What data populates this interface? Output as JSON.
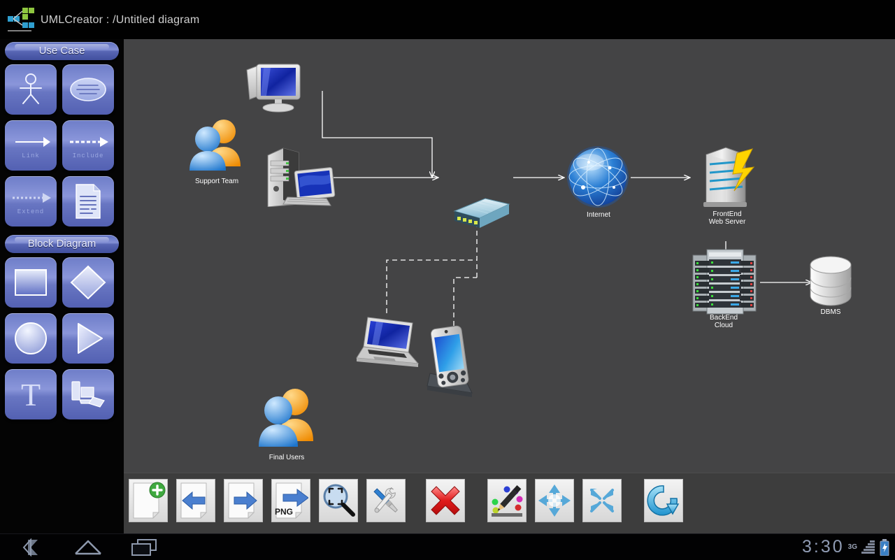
{
  "window": {
    "title": "UMLCreator : /Untitled diagram",
    "logo_icon": "umlcreator-logo-icon"
  },
  "sidebar": {
    "sections": [
      {
        "title": "Use Case",
        "tiles": [
          {
            "name": "actor-tool",
            "icon": "actor-stick-figure-icon",
            "label": ""
          },
          {
            "name": "usecase-tool",
            "icon": "usecase-ellipse-icon",
            "label": ""
          },
          {
            "name": "link-tool",
            "icon": "solid-arrow-icon",
            "label": "Link"
          },
          {
            "name": "include-tool",
            "icon": "dashed-arrow-icon",
            "label": "Include"
          },
          {
            "name": "extend-tool",
            "icon": "dashed-arrow-icon",
            "label": "Extend"
          },
          {
            "name": "note-tool",
            "icon": "note-document-icon",
            "label": ""
          }
        ]
      },
      {
        "title": "Block Diagram",
        "tiles": [
          {
            "name": "rectangle-tool",
            "icon": "rectangle-icon",
            "label": ""
          },
          {
            "name": "diamond-tool",
            "icon": "diamond-icon",
            "label": ""
          },
          {
            "name": "circle-tool",
            "icon": "circle-icon",
            "label": ""
          },
          {
            "name": "triangle-tool",
            "icon": "triangle-play-icon",
            "label": ""
          },
          {
            "name": "text-tool",
            "icon": "text-t-icon",
            "label": "T"
          },
          {
            "name": "device-tool",
            "icon": "computer-device-icon",
            "label": ""
          }
        ]
      }
    ]
  },
  "diagram": {
    "nodes": [
      {
        "id": "workstation",
        "icon": "desktop-monitor-icon",
        "label": ""
      },
      {
        "id": "support-team",
        "icon": "users-group-icon",
        "label": "Support Team"
      },
      {
        "id": "desktop-pc",
        "icon": "desktop-tower-icon",
        "label": ""
      },
      {
        "id": "router",
        "icon": "router-switch-icon",
        "label": ""
      },
      {
        "id": "internet",
        "icon": "globe-internet-icon",
        "label": "Internet"
      },
      {
        "id": "frontend",
        "icon": "server-tower-icon",
        "label": "FrontEnd\nWeb Server",
        "label_line1": "FrontEnd",
        "label_line2": "Web Server"
      },
      {
        "id": "backend",
        "icon": "server-rack-icon",
        "label": "BackEnd\nCloud",
        "label_line1": "BackEnd",
        "label_line2": "Cloud"
      },
      {
        "id": "dbms",
        "icon": "database-cylinder-icon",
        "label": "DBMS"
      },
      {
        "id": "laptop",
        "icon": "laptop-icon",
        "label": ""
      },
      {
        "id": "pda",
        "icon": "pda-phone-dock-icon",
        "label": ""
      },
      {
        "id": "final-users",
        "icon": "users-group-icon",
        "label": "Final Users"
      }
    ],
    "edge_style_solid": "#ffffff",
    "edge_style_dashed": "#ffffff"
  },
  "toolbar": {
    "buttons": [
      {
        "name": "new-diagram-button",
        "icon": "file-new-plus-icon",
        "label": ""
      },
      {
        "name": "load-diagram-button",
        "icon": "file-left-arrow-icon",
        "label": ""
      },
      {
        "name": "save-diagram-button",
        "icon": "file-right-arrow-icon",
        "label": ""
      },
      {
        "name": "export-png-button",
        "icon": "file-png-export-icon",
        "label": "PNG"
      },
      {
        "name": "zoom-fit-button",
        "icon": "magnifier-fit-icon",
        "label": ""
      },
      {
        "name": "settings-button",
        "icon": "tools-wrench-screwdriver-icon",
        "label": ""
      },
      {
        "name": "delete-button",
        "icon": "red-cross-delete-icon",
        "label": ""
      },
      {
        "name": "colors-button",
        "icon": "pencil-palette-icon",
        "label": ""
      },
      {
        "name": "expand-button",
        "icon": "arrows-expand-icon",
        "label": ""
      },
      {
        "name": "collapse-button",
        "icon": "arrows-collapse-icon",
        "label": ""
      },
      {
        "name": "refresh-button",
        "icon": "refresh-circular-arrow-icon",
        "label": ""
      }
    ]
  },
  "navbar": {
    "back": "back-icon",
    "home": "home-icon",
    "recents": "recent-apps-icon",
    "clock": "3:30",
    "network": "3G",
    "signal_icon": "signal-bars-icon",
    "battery_icon": "battery-charging-icon"
  }
}
